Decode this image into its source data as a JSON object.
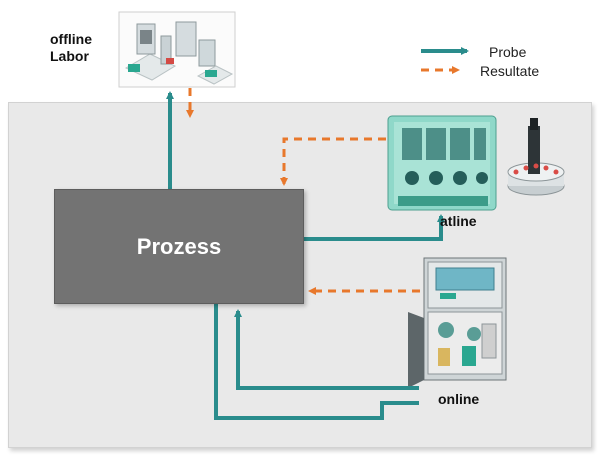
{
  "labels": {
    "offline": "offline\nLabor",
    "atline": "atline",
    "online": "online",
    "process": "Prozess"
  },
  "legend": {
    "probe": "Probe",
    "result": "Resultate"
  },
  "colors": {
    "probe_arrow": "#2a8c8c",
    "result_arrow": "#e8782c",
    "process_box": "#737373",
    "panel_bg": "#e9e9e9",
    "instrument_green": "#28a58f"
  }
}
